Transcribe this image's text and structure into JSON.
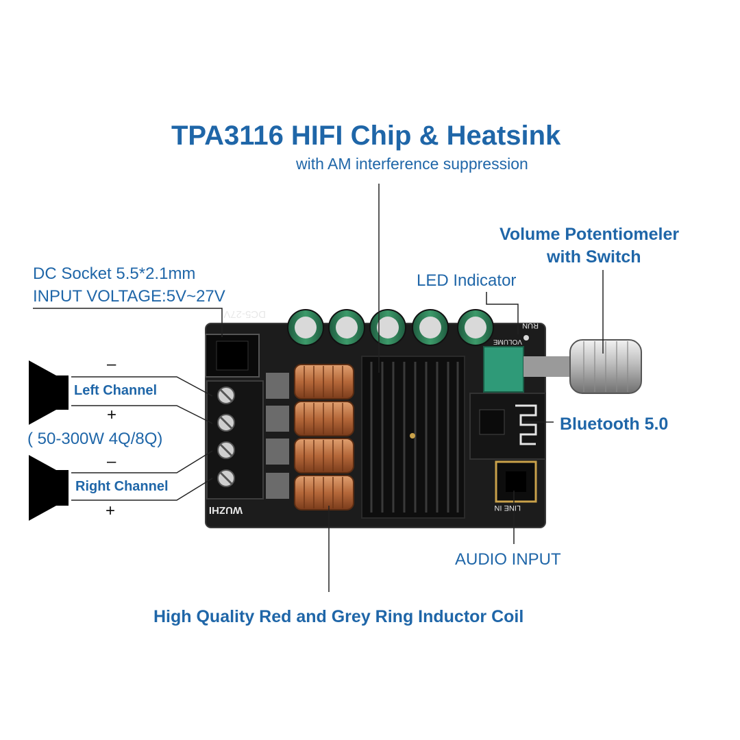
{
  "colors": {
    "label_blue": "#1f66a8",
    "label_black": "#111111",
    "board": "#1c1c1c",
    "heatsink": "#0e0e0e",
    "copper": "#b5683a",
    "capacitor_green": "#2d7a55",
    "pot_green": "#2f9a78",
    "knob_silver": "#c9c9c9"
  },
  "labels": {
    "chip_title": "TPA3116 HIFI Chip & Heatsink",
    "chip_subtitle": "with AM interference suppression",
    "volume_line1": "Volume Potentiomeler",
    "volume_line2": "with Switch",
    "dc_line1": "DC Socket 5.5*2.1mm",
    "dc_line2": "INPUT VOLTAGE:5V~27V",
    "led": "LED Indicator",
    "left_channel": "Left Channel",
    "right_channel": "Right Channel",
    "minus_1": "–",
    "plus_1": "+",
    "minus_2": "–",
    "plus_2": "+",
    "power_range": "( 50-300W 4Q/8Q)",
    "bluetooth": "Bluetooth 5.0",
    "audio_input": "AUDIO INPUT",
    "inductor": "High Quality Red and Grey Ring Inductor Coil"
  },
  "board_marks": {
    "dc_silk": "DC5-27V",
    "brand_silk": "WUZHI",
    "line_in_silk": "LINE IN",
    "run_silk": "RUN",
    "volume_silk": "VOLUME"
  },
  "icons": [
    "speaker-icon",
    "screw-terminal-icon",
    "bluetooth-antenna-icon"
  ]
}
